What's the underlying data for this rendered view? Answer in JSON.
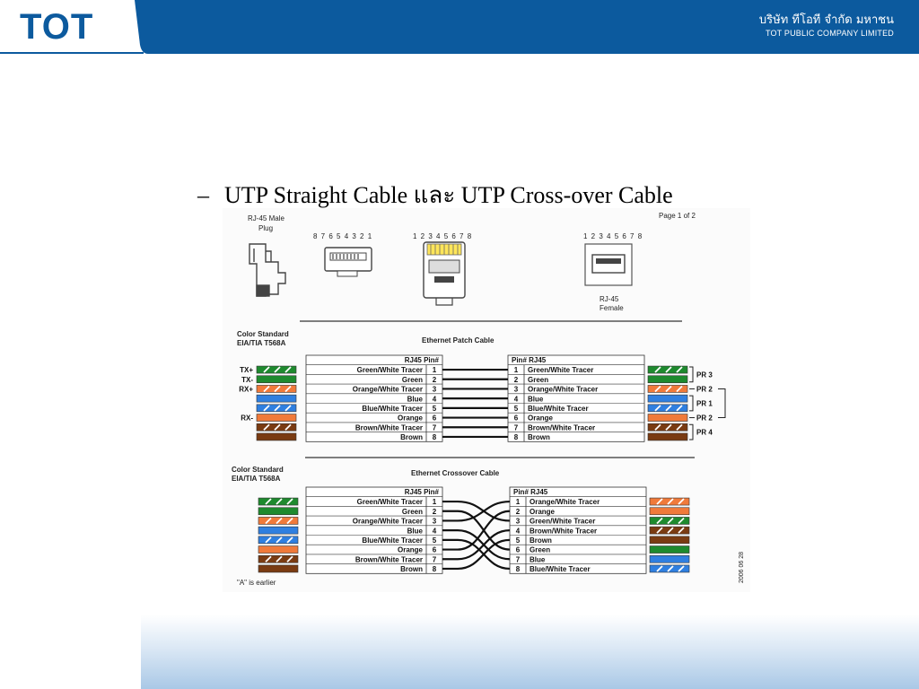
{
  "header": {
    "logo": "TOT",
    "company_name_th": "บริษัท ทีโอที จำกัด มหาชน",
    "company_name_en": "TOT PUBLIC COMPANY LIMITED",
    "brand_color": "#0c5a9e"
  },
  "slide": {
    "bullet": "–",
    "title": "UTP Straight Cable และ UTP Cross-over Cable"
  },
  "figure": {
    "page_label": "Page 1 of 2",
    "plug_label_1": "RJ-45 Male",
    "plug_label_2": "Plug",
    "pins_desc": "8 7 6 5 4 3 2 1",
    "pins_asc": "1 2 3 4 5 6 7 8",
    "pins_female": "1 2 3 4 5 6 7 8",
    "female_label_1": "RJ-45",
    "female_label_2": "Female",
    "date_stamp": "2006 06 28",
    "footnote": "\"A\" is earlier",
    "patch": {
      "standard_1": "Color  Standard",
      "standard_2": "EIA/TIA  T568A",
      "title": "Ethernet Patch Cable",
      "left_header": "RJ45   Pin#",
      "right_header": "Pin#   RJ45",
      "signals": [
        "TX+",
        "TX-",
        "RX+",
        "",
        "",
        "RX-",
        "",
        ""
      ],
      "left_rows": [
        {
          "label": "Green/White Tracer",
          "pin": "1"
        },
        {
          "label": "Green",
          "pin": "2"
        },
        {
          "label": "Orange/White Tracer",
          "pin": "3"
        },
        {
          "label": "Blue",
          "pin": "4"
        },
        {
          "label": "Blue/White Tracer",
          "pin": "5"
        },
        {
          "label": "Orange",
          "pin": "6"
        },
        {
          "label": "Brown/White Tracer",
          "pin": "7"
        },
        {
          "label": "Brown",
          "pin": "8"
        }
      ],
      "right_rows": [
        {
          "pin": "1",
          "label": "Green/White Tracer"
        },
        {
          "pin": "2",
          "label": "Green"
        },
        {
          "pin": "3",
          "label": "Orange/White Tracer"
        },
        {
          "pin": "4",
          "label": "Blue"
        },
        {
          "pin": "5",
          "label": "Blue/White Tracer"
        },
        {
          "pin": "6",
          "label": "Orange"
        },
        {
          "pin": "7",
          "label": "Brown/White Tracer"
        },
        {
          "pin": "8",
          "label": "Brown"
        }
      ],
      "pairs": [
        "PR 3",
        "PR 2",
        "PR 1",
        "PR 2",
        "PR 4"
      ]
    },
    "crossover": {
      "standard_1": "Color  Standard",
      "standard_2": "EIA/TIA  T568A",
      "title": "Ethernet Crossover Cable",
      "left_header": "RJ45   Pin#",
      "right_header": "Pin#   RJ45",
      "left_rows": [
        {
          "label": "Green/White Tracer",
          "pin": "1"
        },
        {
          "label": "Green",
          "pin": "2"
        },
        {
          "label": "Orange/White Tracer",
          "pin": "3"
        },
        {
          "label": "Blue",
          "pin": "4"
        },
        {
          "label": "Blue/White Tracer",
          "pin": "5"
        },
        {
          "label": "Orange",
          "pin": "6"
        },
        {
          "label": "Brown/White Tracer",
          "pin": "7"
        },
        {
          "label": "Brown",
          "pin": "8"
        }
      ],
      "right_rows": [
        {
          "pin": "1",
          "label": "Orange/White Tracer"
        },
        {
          "pin": "2",
          "label": "Orange"
        },
        {
          "pin": "3",
          "label": "Green/White Tracer"
        },
        {
          "pin": "4",
          "label": "Brown/White Tracer"
        },
        {
          "pin": "5",
          "label": "Brown"
        },
        {
          "pin": "6",
          "label": "Green"
        },
        {
          "pin": "7",
          "label": "Blue"
        },
        {
          "pin": "8",
          "label": "Blue/White Tracer"
        }
      ]
    },
    "colors": {
      "green": "#1e8a2e",
      "orange": "#f07a3a",
      "blue": "#2f7fe0",
      "brown": "#7a3b12"
    },
    "patch_left_swatches": [
      "green-white",
      "green",
      "orange-white",
      "blue",
      "blue-white",
      "orange",
      "brown-white",
      "brown"
    ],
    "patch_right_swatches": [
      "green-white",
      "green",
      "orange-white",
      "blue",
      "blue-white",
      "orange",
      "brown-white",
      "brown"
    ],
    "cross_left_swatches": [
      "green-white",
      "green",
      "orange-white",
      "blue",
      "blue-white",
      "orange",
      "brown-white",
      "brown"
    ],
    "cross_right_swatches": [
      "orange-white",
      "orange",
      "green-white",
      "brown-white",
      "brown",
      "green",
      "blue",
      "blue-white"
    ],
    "crossover_map": [
      3,
      6,
      1,
      7,
      8,
      2,
      4,
      5
    ]
  }
}
